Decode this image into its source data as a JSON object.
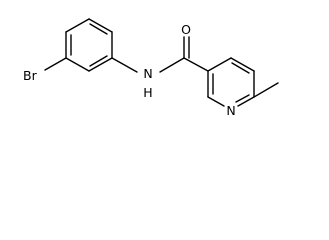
{
  "molecule": {
    "atoms": {
      "bromine": "Br",
      "amide_nitrogen": "N",
      "amide_hydrogen": "H",
      "carbonyl_oxygen": "O",
      "pyridine_nitrogen": "N"
    },
    "colors": {
      "bond": "#000000",
      "label": "#000000",
      "background": "#ffffff"
    }
  }
}
